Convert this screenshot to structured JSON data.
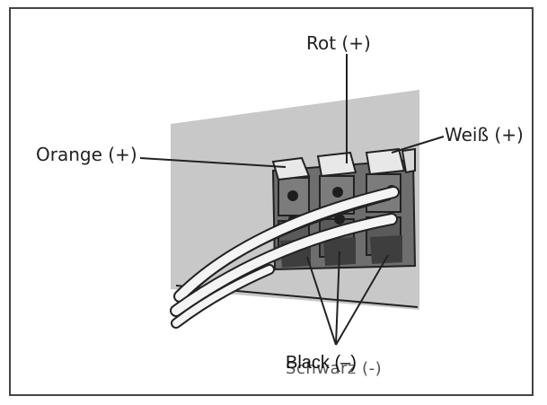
{
  "labels": {
    "rot": "Rot (+)",
    "weiss": "Weiß (+)",
    "orange": "Orange (+)",
    "schwarz": "Schwarz (-)",
    "black": "Black (–)"
  },
  "colors": {
    "panel": "#c8c8c8",
    "terminal_block": "#6e6e6e",
    "terminal_dark": "#4a4a4a",
    "cap": "#e8e8e8",
    "cable": "#f4f4f4",
    "outline": "#222222"
  }
}
